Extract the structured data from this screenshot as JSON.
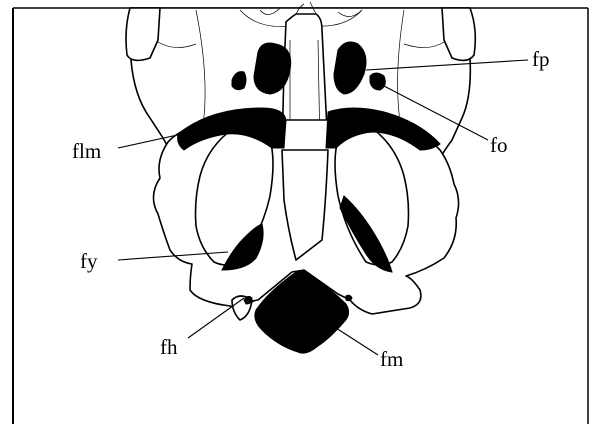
{
  "labels": {
    "fp": "fp",
    "fo": "fo",
    "flm": "flm",
    "fy": "fy",
    "fh": "fh",
    "fm": "fm"
  }
}
